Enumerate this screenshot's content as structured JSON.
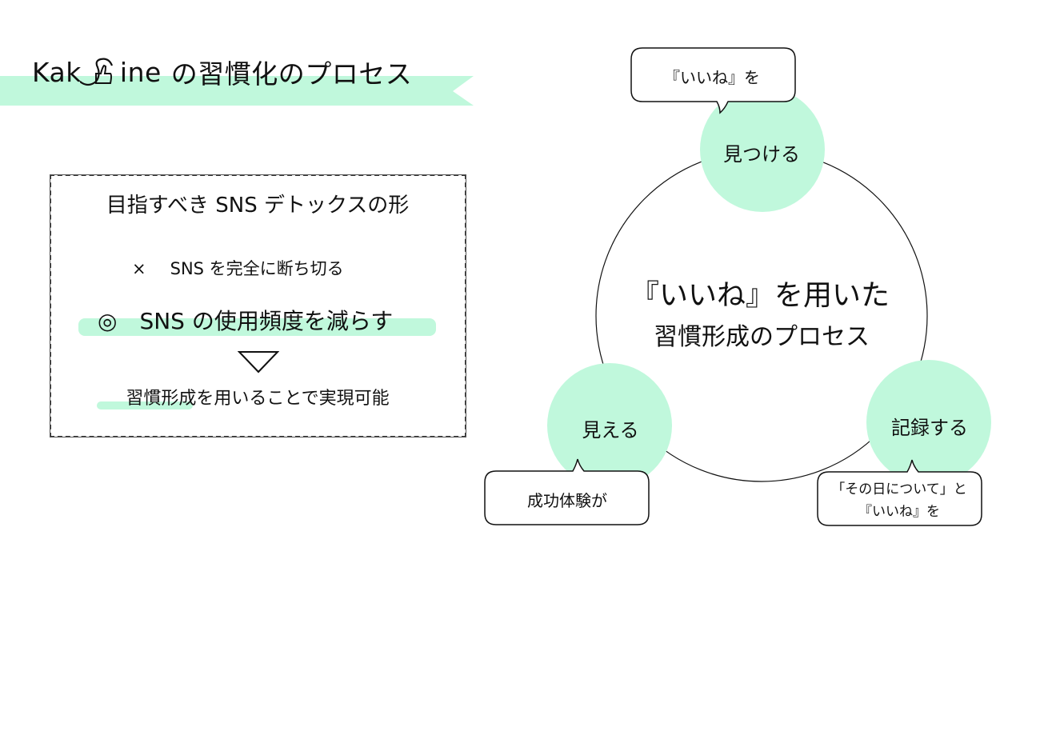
{
  "title": {
    "logo_left": "Kak",
    "logo_right": "ine",
    "rest": "の習慣化のプロセス"
  },
  "box": {
    "heading": "目指すべき SNS デトックスの形",
    "bad": {
      "symbol": "×",
      "text": "SNS を完全に断ち切る"
    },
    "good": {
      "symbol": "◎",
      "text": "SNS の使用頻度を減らす"
    },
    "arrow": "down-triangle",
    "conclusion": "習慣形成を用いることで実現可能"
  },
  "cycle": {
    "center_line1": "『いいね』を用いた",
    "center_line2": "習慣形成のプロセス",
    "nodes": [
      {
        "label": "見つける",
        "bubble": [
          "『いいね』を"
        ]
      },
      {
        "label": "記録する",
        "bubble": [
          "「その日について」と",
          "『いいね』を"
        ]
      },
      {
        "label": "見える",
        "bubble": [
          "成功体験が"
        ]
      }
    ]
  },
  "colors": {
    "accent": "#c0f8dc",
    "line": "#111111"
  }
}
